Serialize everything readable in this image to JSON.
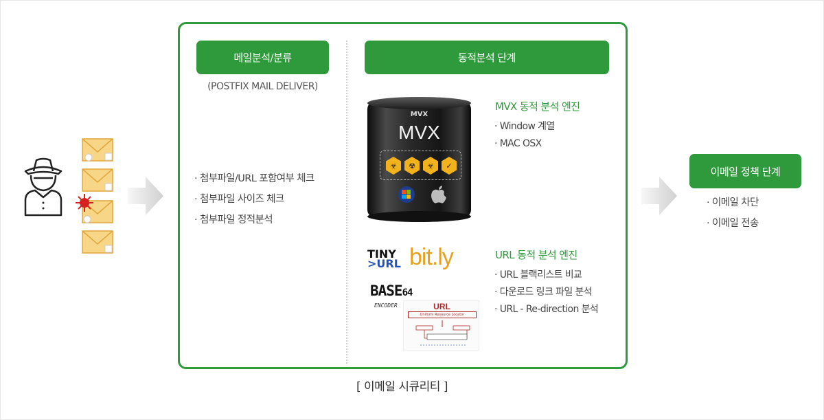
{
  "main_caption": "[ 이메일 시큐리티 ]",
  "mail_analysis": {
    "title": "메일분석/분류",
    "subtitle": "(POSTFIX MAIL DELIVER)",
    "items": [
      "첨부파일/URL 포함여부 체크",
      "첨부파일 사이즈 체크",
      "첨부파일 정적분석"
    ]
  },
  "dynamic_analysis": {
    "title": "동적분석 단계",
    "mvx_logo_small": "MVX",
    "mvx_logo_big": "MVX",
    "mvx_engine": {
      "title": "MVX 동적 분석 엔진",
      "items": [
        "Window 계열",
        "MAC OSX"
      ]
    },
    "url_engine": {
      "title": "URL 동적 분석 엔진",
      "items": [
        "URL 블랙리스트 비교",
        "다운로드 링크 파일 분석",
        "URL - Re-direction 분석"
      ]
    },
    "logos": {
      "tinyurl_top": "TINY",
      "tinyurl_bottom": ">URL",
      "bitly": "bit.ly",
      "base64": "BASE",
      "base64_sub": "64",
      "base64_caption": "ENCODER",
      "url_diagram_title": "URL",
      "url_diagram_sub": "Uniform Resource Locator"
    }
  },
  "policy": {
    "title": "이메일 정책 단계",
    "items": [
      "이메일 차단",
      "이메일 전송"
    ]
  },
  "colors": {
    "accent_green": "#2e9a3c",
    "envelope": "#f5c96a",
    "virus": "#d62020"
  }
}
